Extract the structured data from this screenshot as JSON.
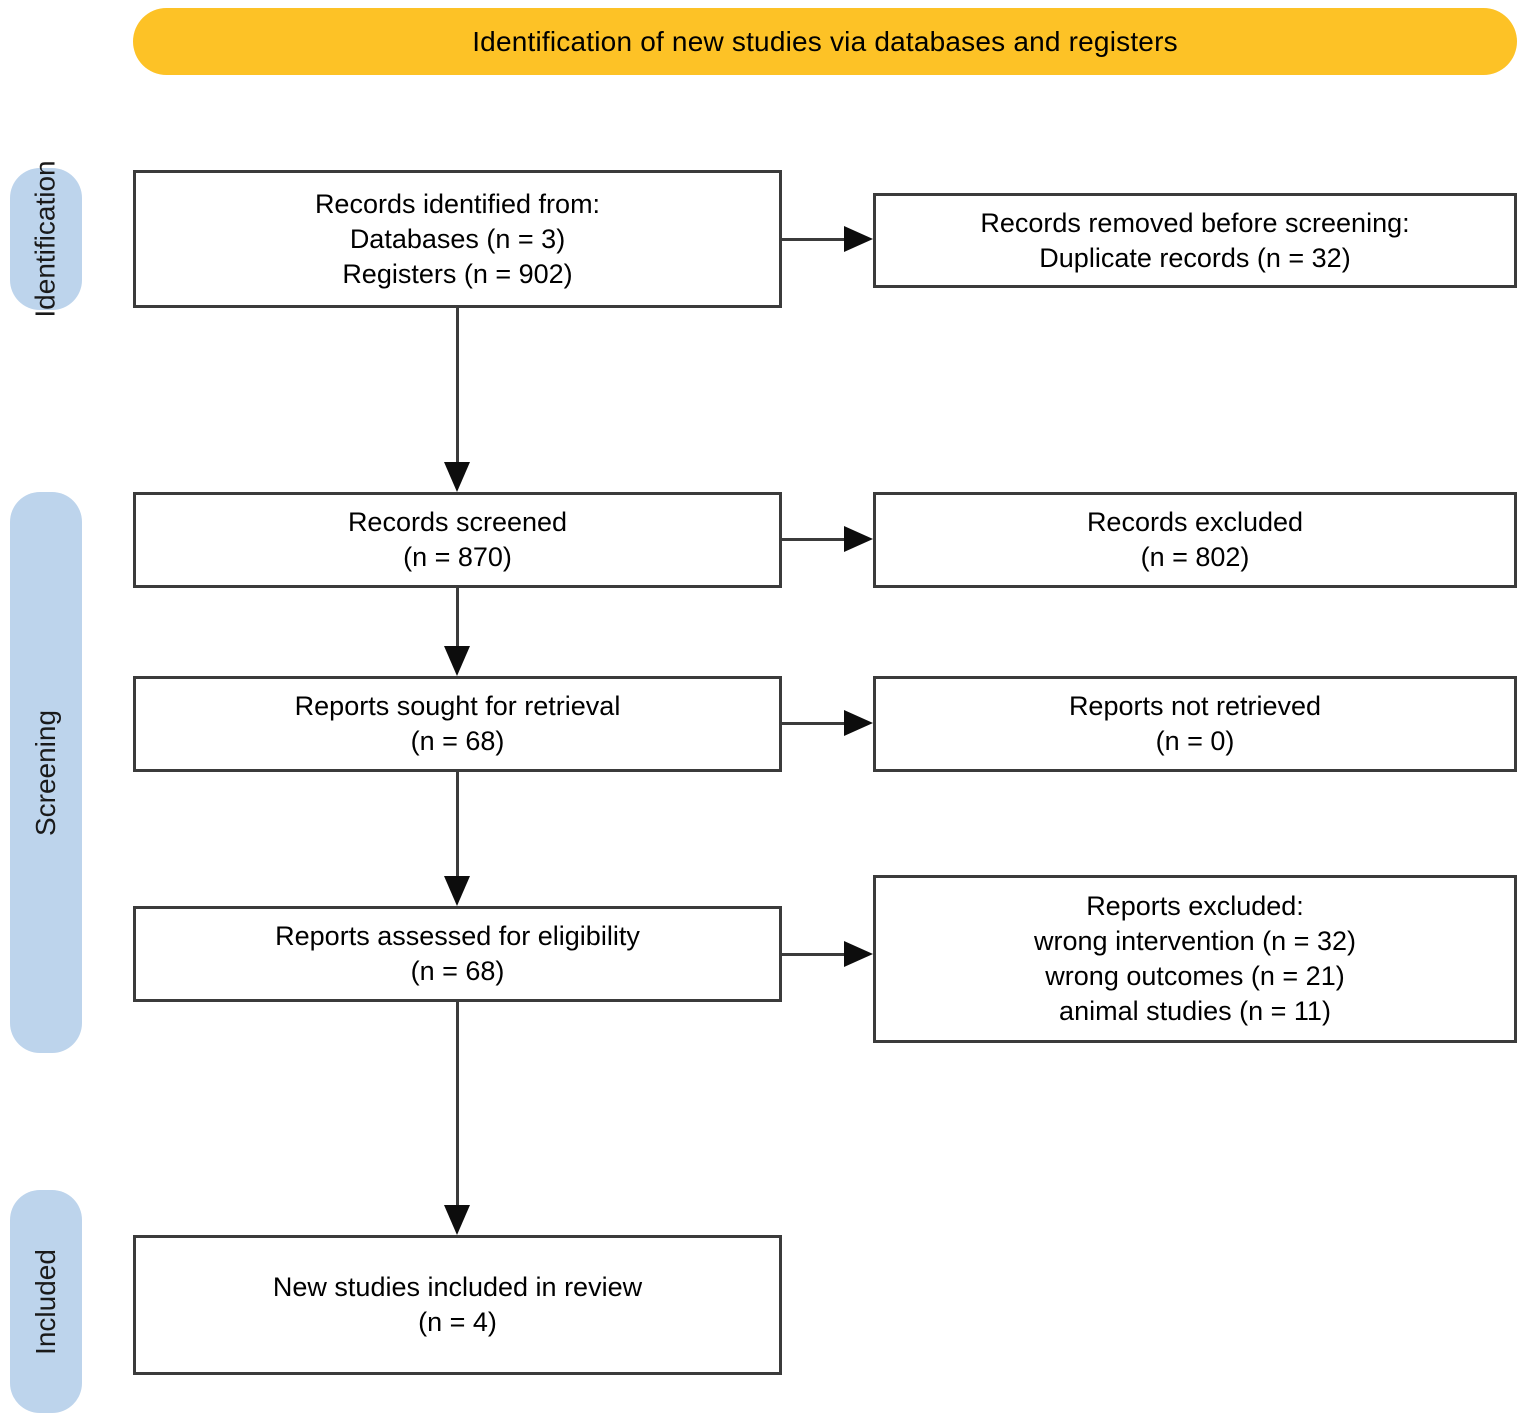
{
  "banner": {
    "label": "Identification of new studies via databases and registers",
    "color": "#FDC226"
  },
  "stage_color": "#BDD4EC",
  "stages": [
    {
      "label": "Identification"
    },
    {
      "label": "Screening"
    },
    {
      "label": "Included"
    }
  ],
  "boxes": {
    "records_identified": {
      "lines": [
        "Records identified from:",
        "Databases (n = 3)",
        "Registers (n = 902)"
      ]
    },
    "records_removed": {
      "lines": [
        "Records removed before screening:",
        "Duplicate records (n = 32)"
      ]
    },
    "records_screened": {
      "lines": [
        "Records screened",
        "(n = 870)"
      ]
    },
    "records_excluded": {
      "lines": [
        "Records excluded",
        "(n = 802)"
      ]
    },
    "reports_sought": {
      "lines": [
        "Reports sought for retrieval",
        "(n = 68)"
      ]
    },
    "reports_not_retrieved": {
      "lines": [
        "Reports not retrieved",
        "(n = 0)"
      ]
    },
    "reports_assessed": {
      "lines": [
        "Reports assessed for eligibility",
        "(n = 68)"
      ]
    },
    "reports_excluded": {
      "lines": [
        "Reports excluded:",
        "wrong intervention (n = 32)",
        "wrong outcomes (n = 21)",
        "animal studies (n = 11)"
      ]
    },
    "new_studies_included": {
      "lines": [
        "New studies included in review",
        "(n = 4)"
      ]
    }
  }
}
